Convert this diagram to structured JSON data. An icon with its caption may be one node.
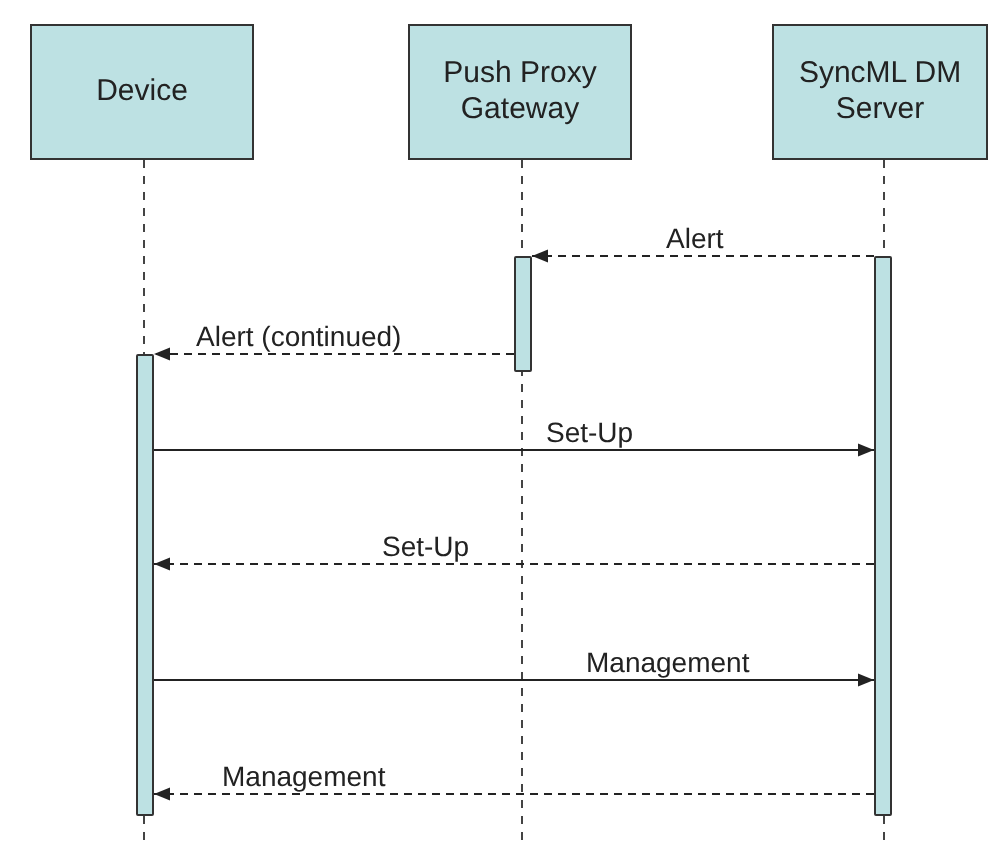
{
  "diagram": {
    "nodes": [
      {
        "text": [
          "Device"
        ]
      },
      {
        "text": [
          "Push Proxy Gateway"
        ]
      },
      {
        "text": [
          "SyncML DM Server"
        ]
      },
      {
        "text": [],
        "shape": "bar"
      },
      {
        "text": [],
        "shape": "bar"
      },
      {
        "text": [],
        "shape": "bar"
      }
    ],
    "edges": [
      {
        "from": 5,
        "to": 4,
        "arrow": "to",
        "label": "Alert",
        "style": "dashed"
      },
      {
        "from": 4,
        "to": 3,
        "arrow": "to",
        "label": "Alert (continued)",
        "style": "dashed"
      },
      {
        "from": 3,
        "to": 5,
        "arrow": "to",
        "label": "Set-Up"
      },
      {
        "from": 5,
        "to": 3,
        "arrow": "to",
        "label": "Set-Up",
        "style": "dashed"
      },
      {
        "from": 3,
        "to": 5,
        "arrow": "to",
        "label": "Management"
      },
      {
        "from": 5,
        "to": 3,
        "arrow": "to",
        "label": "Management",
        "style": "dashed"
      }
    ]
  }
}
